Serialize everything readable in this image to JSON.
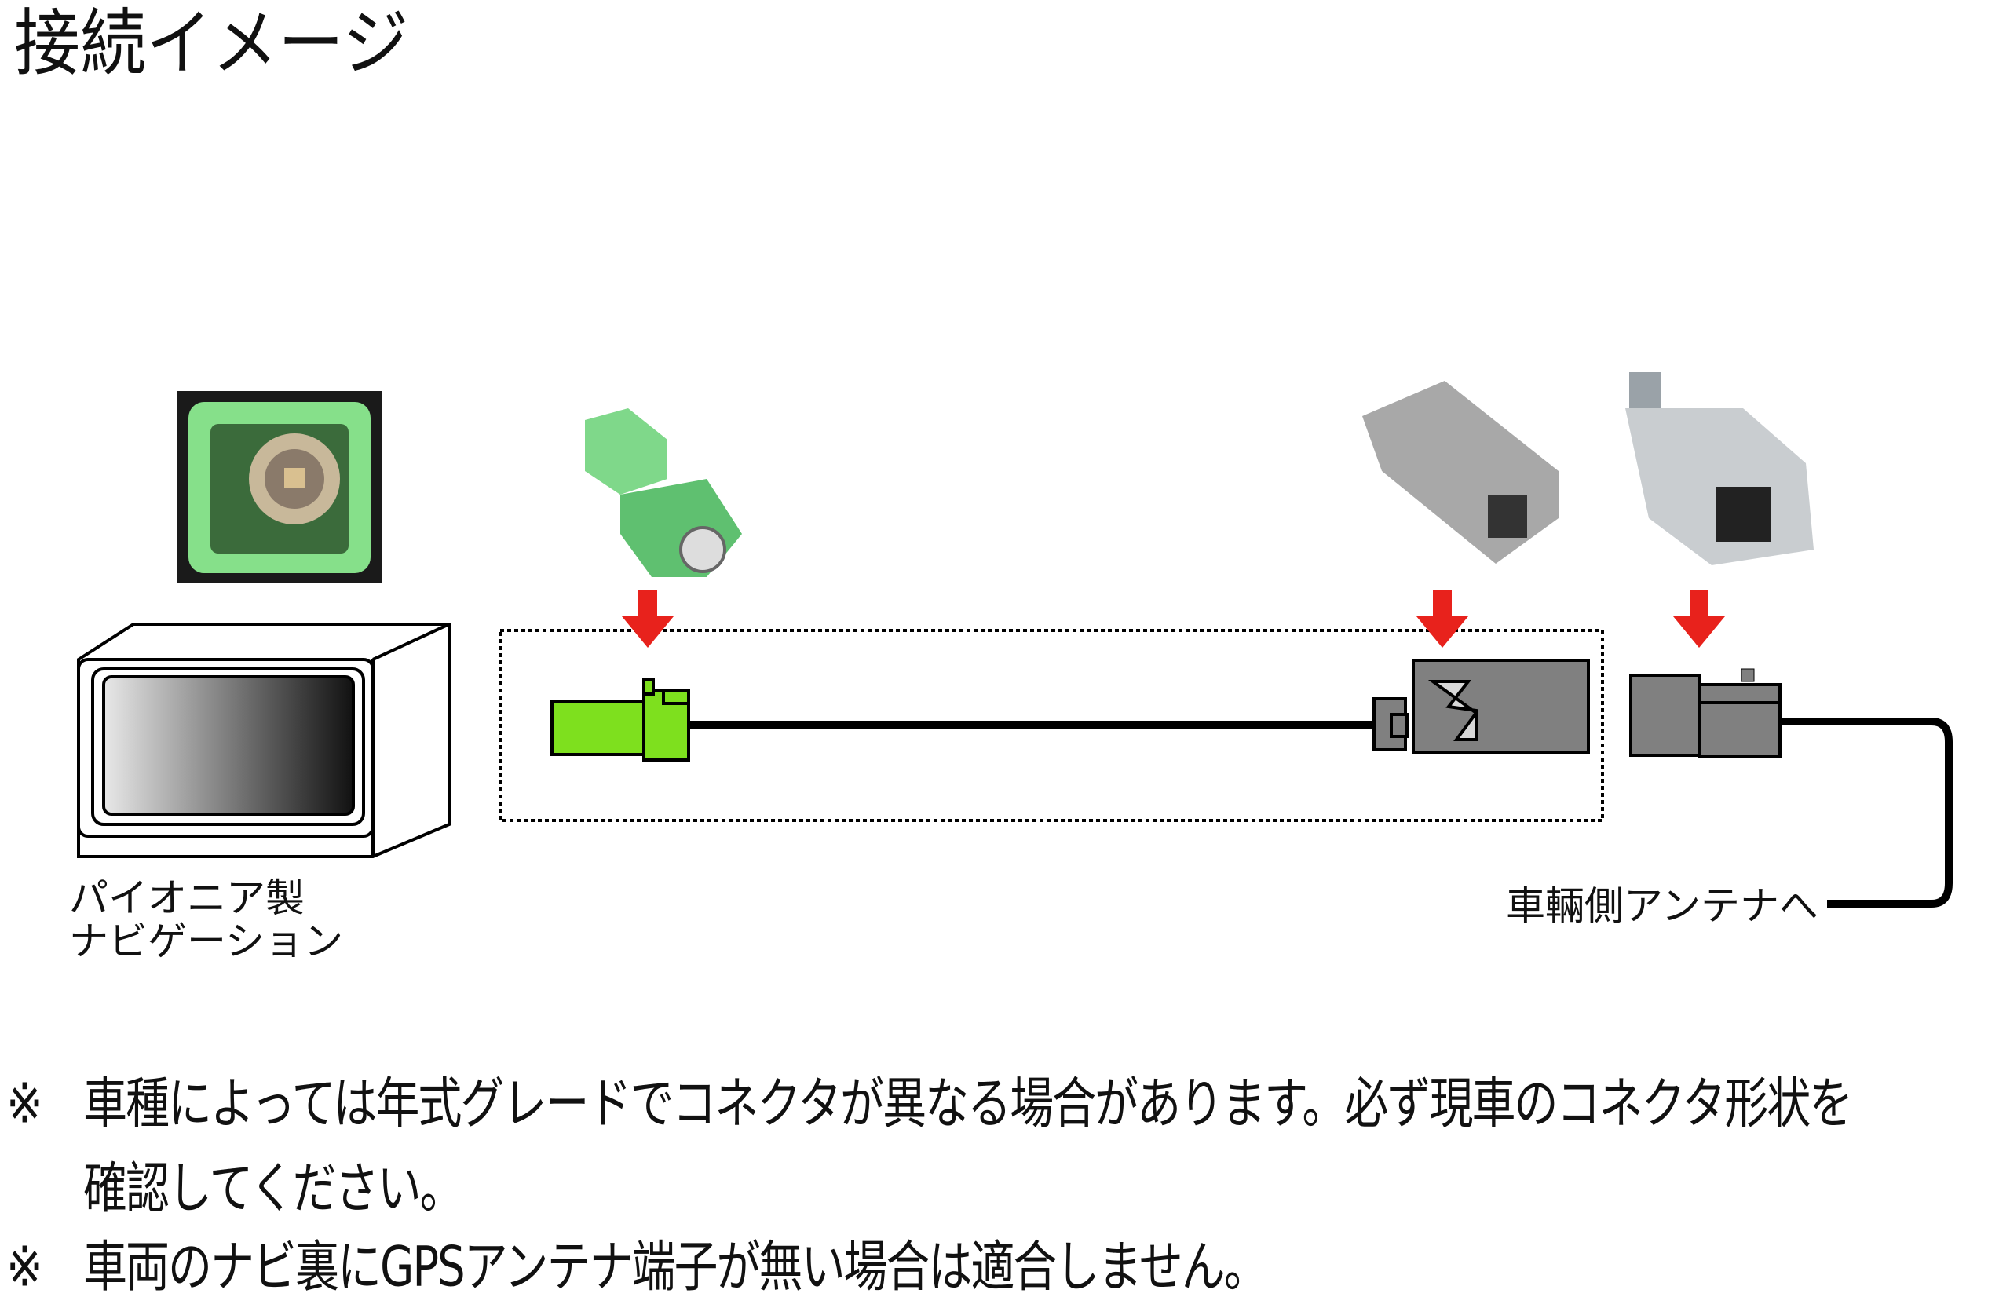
{
  "title": "接続イメージ",
  "labels": {
    "navi_line1": "パイオニア製",
    "navi_line2": "ナビゲーション",
    "antenna": "車輛側アンテナへ"
  },
  "notes": [
    {
      "mark": "※",
      "line1": "車種によっては年式グレードでコネクタが異なる場合があります。必ず現車のコネクタ形状を",
      "line2": "確認してください。"
    },
    {
      "mark": "※",
      "line1": "車両のナビ裏にGPSアンテナ端子が無い場合は適合しません。"
    }
  ],
  "colors": {
    "arrow": "#e8221c",
    "green_connector": "#7ee01e",
    "gray_connector": "#808080",
    "cable": "#000000"
  }
}
